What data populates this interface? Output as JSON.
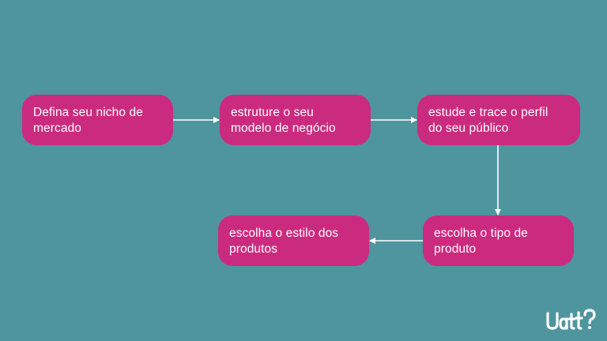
{
  "colors": {
    "background": "#4f959e",
    "node_fill": "#cb2b7e",
    "node_text": "#ffffff",
    "arrow": "#ffffff",
    "logo": "#ffffff"
  },
  "flow": {
    "steps": [
      {
        "lines": [
          "Defina seu nicho de",
          "mercado"
        ]
      },
      {
        "lines": [
          "estruture o seu",
          "modelo de negócio"
        ]
      },
      {
        "lines": [
          "estude e trace o perfil",
          "do seu público"
        ]
      },
      {
        "lines": [
          "escolha o tipo de",
          "produto"
        ]
      },
      {
        "lines": [
          "escolha o estilo dos",
          "produtos"
        ]
      }
    ]
  },
  "brand": {
    "logo_text": "Uatt?"
  }
}
